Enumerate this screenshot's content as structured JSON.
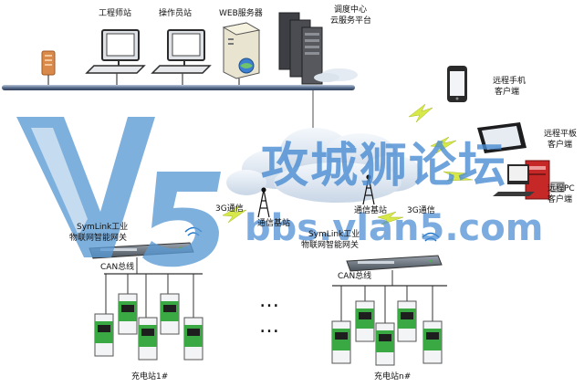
{
  "labels": {
    "engineer_station": "工程师站",
    "operator_station": "操作员站",
    "web_server": "WEB服务器",
    "dispatch_center_line1": "调度中心",
    "dispatch_center_line2": "云服务平台",
    "remote_phone_line1": "远程手机",
    "remote_phone_line2": "客户端",
    "remote_tablet_line1": "远程平板",
    "remote_tablet_line2": "客户端",
    "remote_pc_line1": "远程PC",
    "remote_pc_line2": "客户端",
    "comm_3g_left": "3G通信",
    "comm_3g_right": "3G通信",
    "base_station_left": "通信基站",
    "base_station_right": "通信基站",
    "gateway_left_line1": "SymLink工业",
    "gateway_left_line2": "物联网智能网关",
    "gateway_right_line1": "SymLink工业",
    "gateway_right_line2": "物联网智能网关",
    "can_bus_left": "CAN总线",
    "can_bus_right": "CAN总线",
    "ellipsis": "…",
    "charging_station_1": "充电站1#",
    "charging_station_n": "充电站n#"
  },
  "watermark": {
    "logo_text": "V5",
    "title": "攻城狮论坛",
    "url": "bbs.vlan5.com"
  },
  "colors": {
    "watermark_blue": "#5b9bd5",
    "charger_green": "#3aa843",
    "bus_line": "#556b8a",
    "lightning": "#d6e84a"
  }
}
